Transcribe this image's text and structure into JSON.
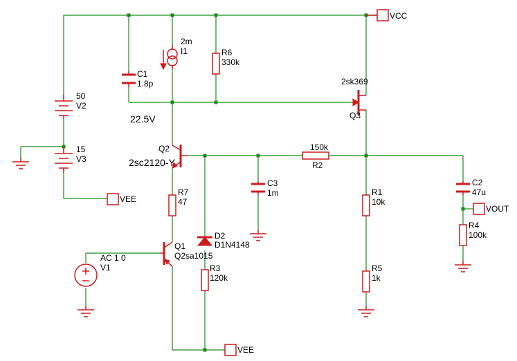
{
  "ports": {
    "vcc": "VCC",
    "vee_left": "VEE",
    "vee_bottom": "VEE",
    "vout": "VOUT"
  },
  "node_voltage": "22.5V",
  "components": {
    "v2": {
      "name": "V2",
      "value": "50"
    },
    "v3": {
      "name": "V3",
      "value": "15"
    },
    "c1": {
      "name": "C1",
      "value": "1.8p"
    },
    "i1": {
      "name": "I1",
      "value": "2m"
    },
    "r6": {
      "name": "R6",
      "value": "330k"
    },
    "q3": {
      "name": "Q3",
      "model": "2sk369"
    },
    "q2": {
      "name": "Q2",
      "model": "2sc2120-Y"
    },
    "r2": {
      "name": "R2",
      "value": "150k"
    },
    "c3": {
      "name": "C3",
      "value": "1m"
    },
    "r7": {
      "name": "R7",
      "value": "47"
    },
    "d2": {
      "name": "D2",
      "model": "D1N4148"
    },
    "q1": {
      "name": "Q1",
      "model": "Q2sa1015"
    },
    "v1": {
      "name": "V1",
      "value": "AC 1 0"
    },
    "r3": {
      "name": "R3",
      "value": "120k"
    },
    "r1": {
      "name": "R1",
      "value": "10k"
    },
    "r5": {
      "name": "R5",
      "value": "1k"
    },
    "c2": {
      "name": "C2",
      "value": "47u"
    },
    "r4": {
      "name": "R4",
      "value": "100k"
    }
  }
}
